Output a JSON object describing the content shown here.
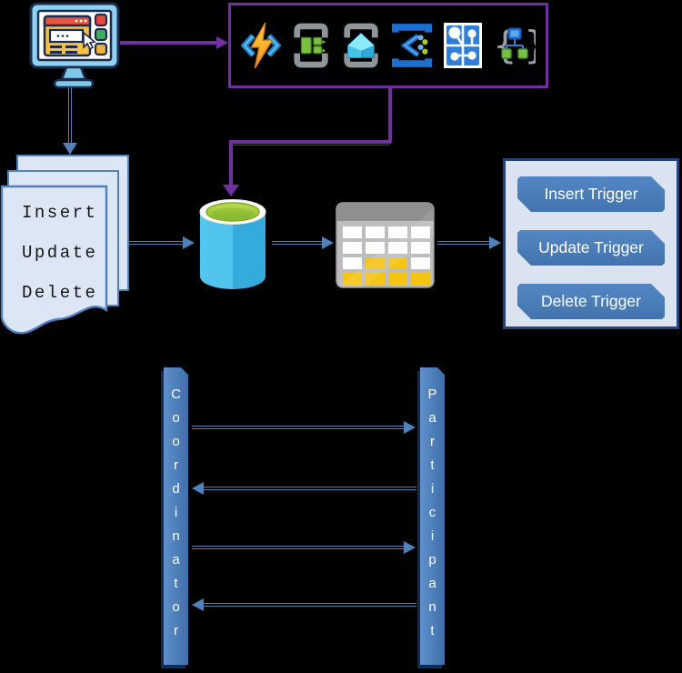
{
  "client": {
    "icon": "client-computer-icon"
  },
  "services": {
    "border_color": "#7030a0",
    "icons": [
      "azure-functions-icon",
      "event-grid-icon",
      "event-hubs-icon",
      "stream-analytics-icon",
      "service-bus-icon",
      "api-code-icon"
    ]
  },
  "documents": {
    "operations": [
      "Insert",
      "Update",
      "Delete"
    ]
  },
  "database": {
    "icon": "sql-database-icon"
  },
  "storage_table": {
    "icon": "storage-table-icon"
  },
  "triggers": {
    "items": [
      "Insert Trigger",
      "Update Trigger",
      "Delete Trigger"
    ]
  },
  "sequence": {
    "left_label": "Coordinator",
    "right_label": "Participant",
    "arrows": [
      {
        "name": "sequence-arrow-1",
        "direction": "right"
      },
      {
        "name": "sequence-arrow-2",
        "direction": "left"
      },
      {
        "name": "sequence-arrow-3",
        "direction": "right"
      },
      {
        "name": "sequence-arrow-4",
        "direction": "left"
      }
    ]
  },
  "colors": {
    "background": "#000000",
    "purple": "#7030a0",
    "steel_blue": "#4f81bd",
    "panel_bg": "#dbe3f1",
    "panel_border": "#24437c",
    "document_bg": "#dce6f4",
    "document_border": "#4f81bd",
    "db_blue": "#45b8e4",
    "db_green": "#9ccb3b",
    "table_gray": "#bdbdbd",
    "table_yellow": "#f6c513"
  }
}
